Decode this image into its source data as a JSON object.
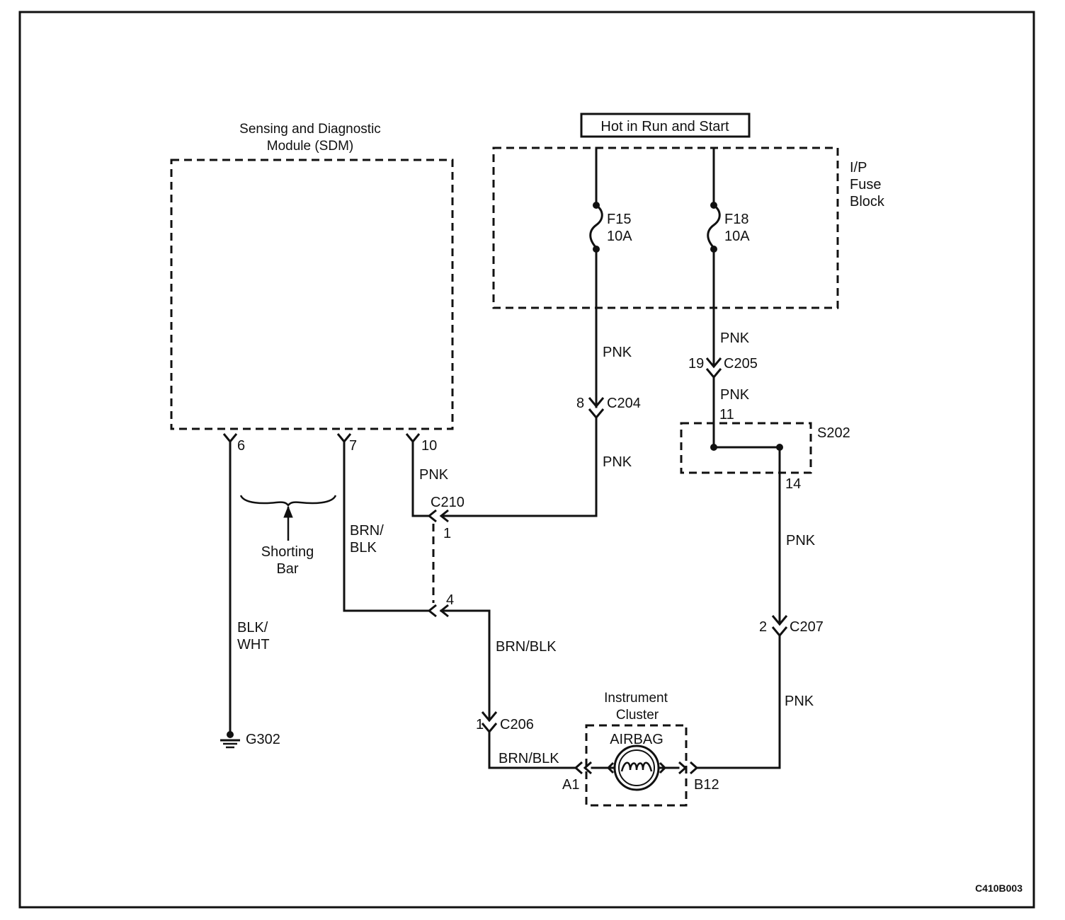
{
  "sdm": {
    "title_line1": "Sensing and Diagnostic",
    "title_line2": "Module (SDM)"
  },
  "power_source": "Hot in Run and Start",
  "fuse_block": {
    "label_line1": "I/P",
    "label_line2": "Fuse",
    "label_line3": "Block",
    "fuses": [
      {
        "name": "F15",
        "rating": "10A"
      },
      {
        "name": "F18",
        "rating": "10A"
      }
    ]
  },
  "splice": {
    "name": "S202",
    "pin_in": "11",
    "pin_out": "14"
  },
  "connectors": {
    "c204": {
      "name": "C204",
      "pin": "8"
    },
    "c205": {
      "name": "C205",
      "pin": "19"
    },
    "c207": {
      "name": "C207",
      "pin": "2"
    },
    "c206": {
      "name": "C206",
      "pin": "1"
    },
    "c210": {
      "name": "C210",
      "pin_top": "1",
      "pin_bottom": "4"
    }
  },
  "sdm_pins": {
    "p6": "6",
    "p7": "7",
    "p10": "10"
  },
  "wire_colors": {
    "pnk": "PNK",
    "brn_blk": "BRN/BLK",
    "brn_blk_l1": "BRN/",
    "brn_blk_l2": "BLK",
    "blk_wht_l1": "BLK/",
    "blk_wht_l2": "WHT"
  },
  "shorting_bar": {
    "line1": "Shorting",
    "line2": "Bar"
  },
  "ground": "G302",
  "instrument_cluster": {
    "title_line1": "Instrument",
    "title_line2": "Cluster",
    "lamp_label": "AIRBAG",
    "pin_a": "A1",
    "pin_b": "B12"
  },
  "figure_code": "C410B003"
}
